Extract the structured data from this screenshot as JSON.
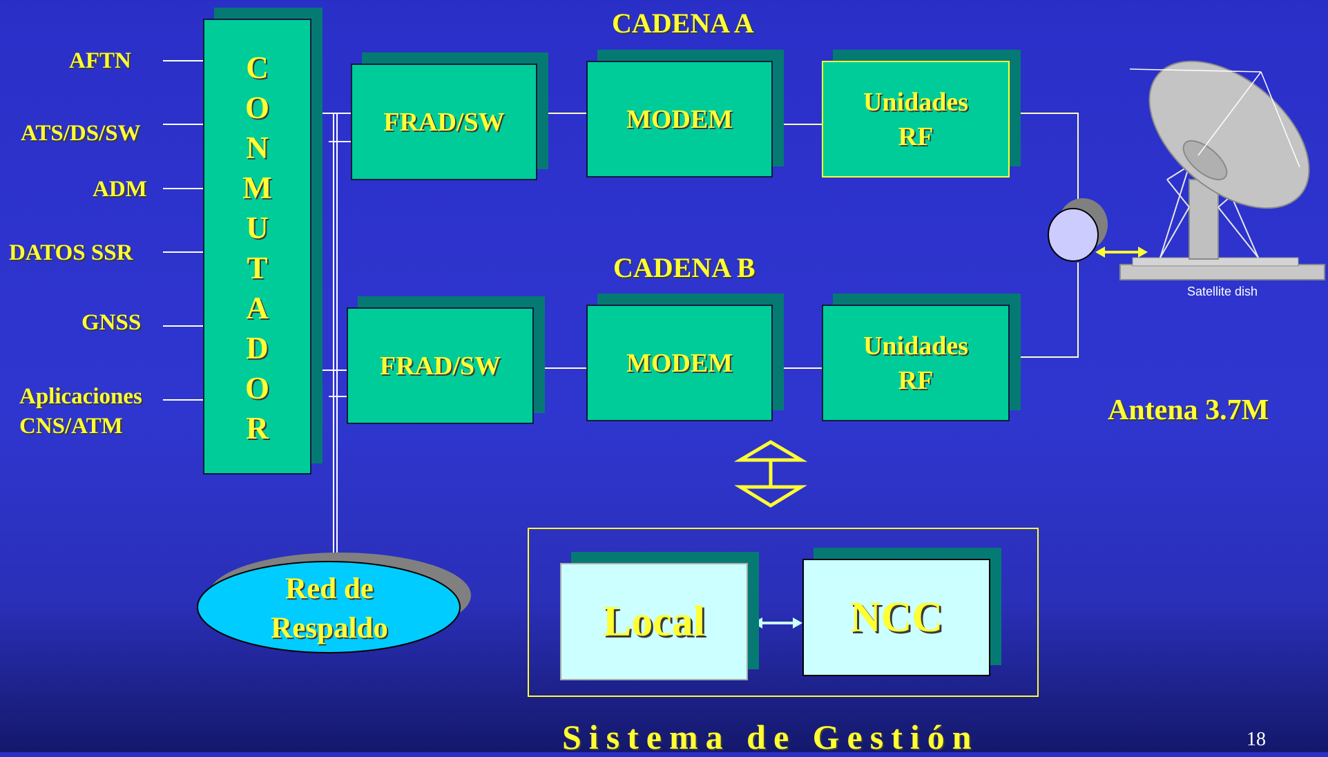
{
  "inputs": [
    "AFTN",
    "ATS/DS/SW",
    "ADM",
    "DATOS SSR",
    "GNSS",
    "Aplicaciones",
    "CNS/ATM"
  ],
  "conmutador_letters": [
    "C",
    "O",
    "N",
    "M",
    "U",
    "T",
    "A",
    "D",
    "O",
    "R"
  ],
  "chain_a": {
    "title": "CADENA A",
    "frad": "FRAD/SW",
    "modem": "MODEM",
    "rf_line1": "Unidades",
    "rf_line2": "RF"
  },
  "chain_b": {
    "title": "CADENA B",
    "frad": "FRAD/SW",
    "modem": "MODEM",
    "rf_line1": "Unidades",
    "rf_line2": "RF"
  },
  "antenna": {
    "label": "Antena 3.7M",
    "image_caption": "Satellite dish"
  },
  "backup": {
    "line1": "Red de",
    "line2": "Respaldo"
  },
  "management": {
    "local": "Local",
    "ncc": "NCC",
    "title": "Sistema de Gestión"
  },
  "page_number": "18",
  "colors": {
    "background": "#2f36cf",
    "box_fill": "#00cc99",
    "box_shadow": "#057a73",
    "label_text": "#ffff33",
    "light_box": "#ccffff",
    "backup_ellipse": "#00ccff"
  }
}
